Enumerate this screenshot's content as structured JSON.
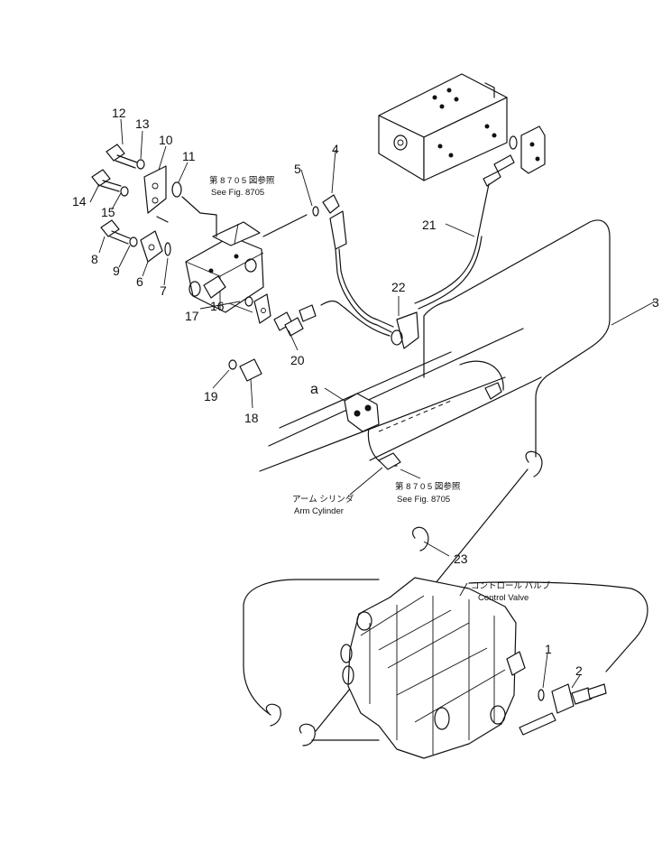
{
  "parts": {
    "p1": "1",
    "p2": "2",
    "p3": "3",
    "p4": "4",
    "p5": "5",
    "p6": "6",
    "p7": "7",
    "p8": "8",
    "p9": "9",
    "p10": "10",
    "p11": "11",
    "p12": "12",
    "p13": "13",
    "p14": "14",
    "p15": "15",
    "p16": "16",
    "p17": "17",
    "p18": "18",
    "p19": "19",
    "p20": "20",
    "p21": "21",
    "p22": "22",
    "p23": "23"
  },
  "view_marker": "a",
  "notes": {
    "fig_ref_jp_1": "第 8 7 0 5 図参照",
    "fig_ref_en_1": "See Fig. 8705",
    "fig_ref_jp_2": "第 8 7 0 5 図参照",
    "fig_ref_en_2": "See Fig. 8705",
    "arm_cyl_jp": "アーム シリンダ",
    "arm_cyl_en": "Arm Cylinder",
    "ctrl_valve_jp": "コントロール バルブ",
    "ctrl_valve_en": "Control Valve"
  }
}
